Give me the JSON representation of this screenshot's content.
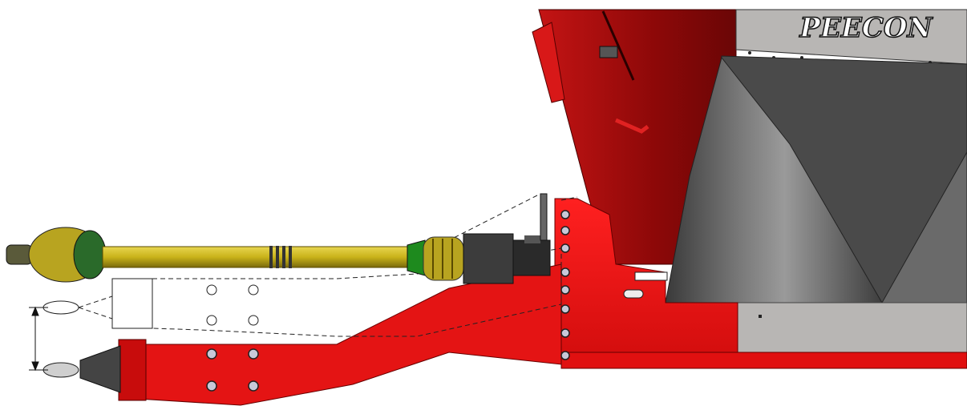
{
  "brand": {
    "logo_text": "PEECON"
  },
  "colors": {
    "frame_red": "#e01010",
    "frame_red_dark": "#a80808",
    "hopper_red": "#9c0a0a",
    "hopper_red_light": "#c41414",
    "cone_gray": "#5a5a5a",
    "body_gray": "#4a4a4a",
    "panel_light": "#b8b6b4",
    "shaft_yellow": "#c9b31a",
    "shaft_yellow_dark": "#8a7a10",
    "guard_green": "#1e8a1e",
    "gearbox_gray": "#3c3c3c"
  },
  "parts": {
    "drawbar_positions": [
      "raised",
      "lowered"
    ],
    "frame_hole_count": 8,
    "drawbar_holes": 4
  }
}
